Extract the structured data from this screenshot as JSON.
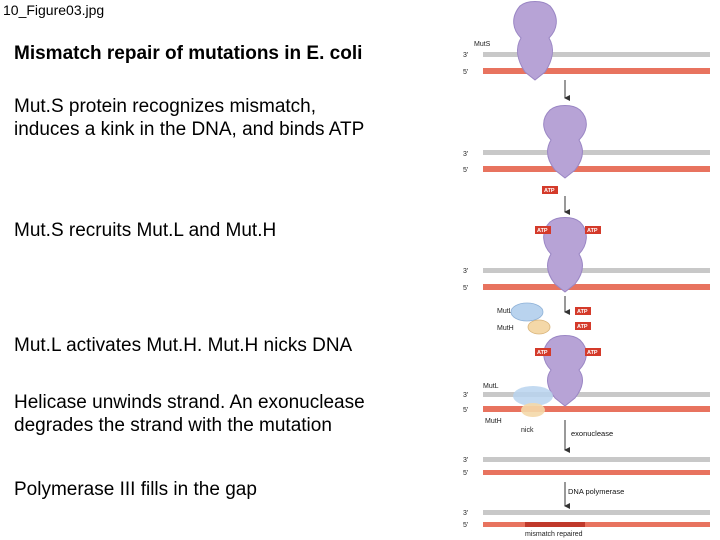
{
  "file_name": "10_Figure03.jpg",
  "title": "Mismatch repair of mutations in E. coli",
  "steps": [
    {
      "line1": "Mut.S protein recognizes mismatch,",
      "line2": "induces a kink in the DNA, and binds ATP"
    },
    {
      "line1": "Mut.S recruits Mut.L and Mut.H",
      "line2": ""
    },
    {
      "line1": "Mut.L activates Mut.H.  Mut.H nicks DNA",
      "line2": ""
    },
    {
      "line1": "Helicase unwinds strand. An exonuclease",
      "line2": "degrades the strand with the mutation"
    },
    {
      "line1": "Polymerase III fills in the gap",
      "line2": ""
    }
  ],
  "figure": {
    "mut_s": "MutS",
    "mut_l": "MutL",
    "mut_h": "MutH",
    "atp": "ATP",
    "nick": "nick",
    "exonuclease": "exonuclease",
    "dna_polymerase": "DNA polymerase",
    "mismatch_repaired": "mismatch repaired",
    "end_3": "3'",
    "end_5": "5'",
    "colors": {
      "top_strand": "#c8c8c8",
      "bottom_strand": "#e8735f",
      "protein": "#b7a3d6",
      "mutl": "#b9d3ee",
      "muth": "#f4d8a8"
    }
  }
}
